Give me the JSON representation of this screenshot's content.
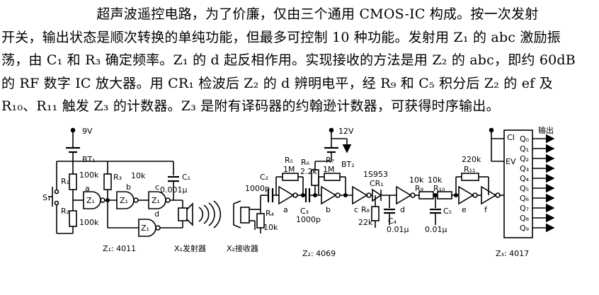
{
  "text": {
    "lines": [
      "　　　　　　　超声波遥控电路，为了价廉，仅由三个通用 CMOS-IC 构成。按一次发射",
      "开关，输出状态是顺次转换的单纯功能，但最多可控制 10 种功能。发射用 Z₁ 的 abc 激励振",
      "荡，由 C₁ 和 R₃ 确定频率。Z₁ 的 d 起反相作用。实现接收的方法是用 Z₂ 的 abc，即约 60dB",
      "的 RF 数字 IC 放大器。用 CR₁ 检波后 Z₂ 的 d 辨明电平，经 R₉ 和 C₅ 积分后 Z₂ 的 ef 及",
      "R₁₀、R₁₁ 触发 Z₃ 的计数器。Z₃ 是附有译码器的约翰逊计数器，可获得时序输出。"
    ]
  },
  "circuit": {
    "v_tx": "9V",
    "bt1": "BT₁",
    "s1": "S₁",
    "r1": "R₁",
    "r1_val": "100k",
    "r2": "R₂",
    "r2_val": "100k",
    "r3": "R₃",
    "r3_val": "10k",
    "c1": "C₁",
    "c1_val": "0.001μ",
    "gate_a": "a",
    "gate_b": "b",
    "gate_c": "c",
    "gate_d": "d",
    "z1_gate": "Z₁",
    "z1_label": "Z₁: 4011",
    "x1_label": "X₁发射器",
    "x2_label": "X₂接收器",
    "v_rx": "12V",
    "bt2": "BT₂",
    "c2": "C₂",
    "c2_val": "1000p",
    "c3": "C₃",
    "c3_val": "1000p",
    "r4": "R₄",
    "r4_val": "10k",
    "r5": "R₅",
    "r5_val": "1M",
    "r6": "R₆",
    "r6_val": "2.2k",
    "r7": "R₇",
    "r7_val": "1M",
    "diode": "1S953",
    "cr1": "CR₁",
    "r8": "R₈",
    "r8_val": "22k",
    "c4": "C₄",
    "c4_val": "0.01μ",
    "r9": "R₉",
    "r9_val": "10k",
    "r10": "R₁₀",
    "r10_val": "10k",
    "c5": "C₅",
    "c5_val": "0.01μ",
    "r11": "R₁₁",
    "r11_val": "220k",
    "z2_label": "Z₂: 4069",
    "z3_label": "Z₃: 4017",
    "output_label": "输出",
    "pin_ci": "CI",
    "pin_ev": "EV",
    "outputs": [
      "Q₀",
      "Q₁",
      "Q₂",
      "Q₃",
      "Q₄",
      "Q₅",
      "Q₆",
      "Q₇",
      "Q₈",
      "Q₉"
    ]
  }
}
